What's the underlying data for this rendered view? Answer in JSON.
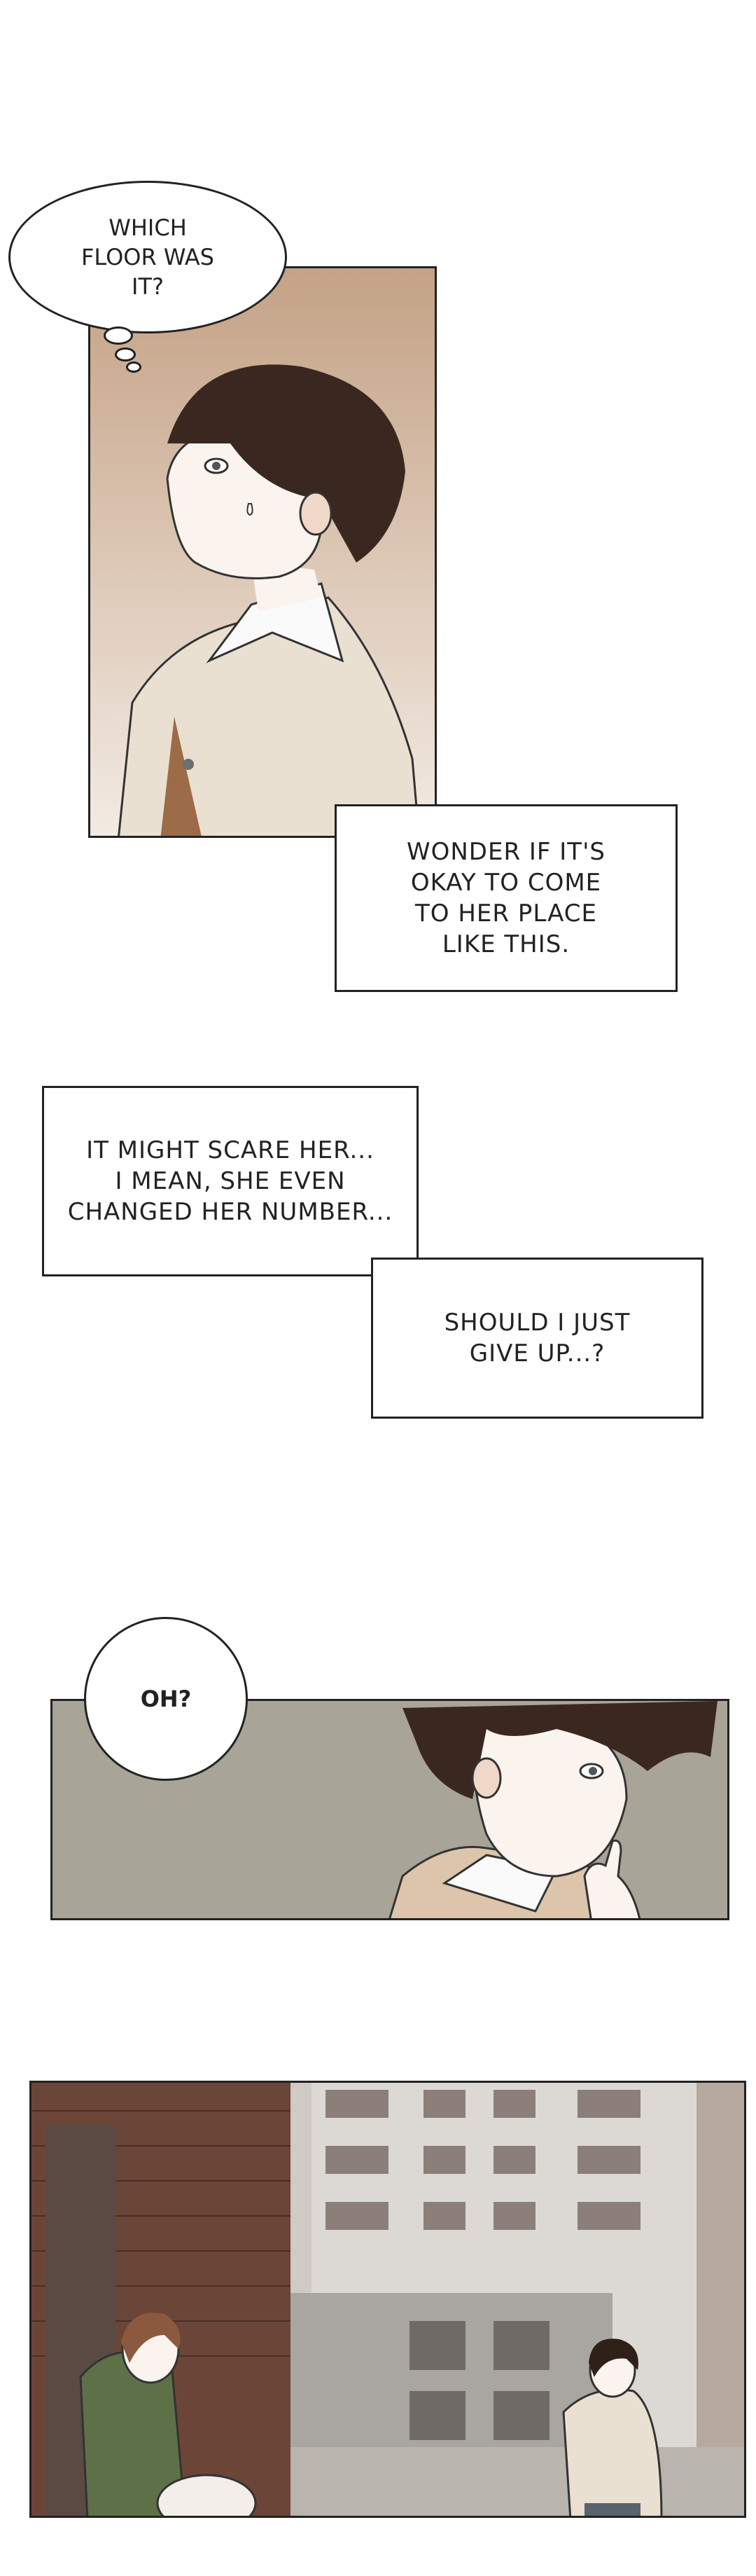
{
  "thought_bubble": {
    "text": "WHICH\nFLOOR WAS\nIT?"
  },
  "captions": [
    {
      "text": "WONDER IF IT'S\nOKAY TO COME\nTO HER PLACE\nLIKE THIS."
    },
    {
      "text": "IT MIGHT SCARE HER...\nI MEAN, SHE EVEN\nCHANGED HER NUMBER..."
    },
    {
      "text": "SHOULD I JUST\nGIVE UP...?"
    }
  ],
  "speech_bubble": {
    "text": "OH?"
  },
  "colors": {
    "panel1_top": "#c9a88a",
    "panel1_bottom": "#f1e7df",
    "panel3_bg": "#a8a497",
    "coat": "#e9e0d2",
    "hair": "#3a2820",
    "brick": "#6b4638",
    "building": "#d9d6d2",
    "jacket_green": "#5e7048"
  }
}
